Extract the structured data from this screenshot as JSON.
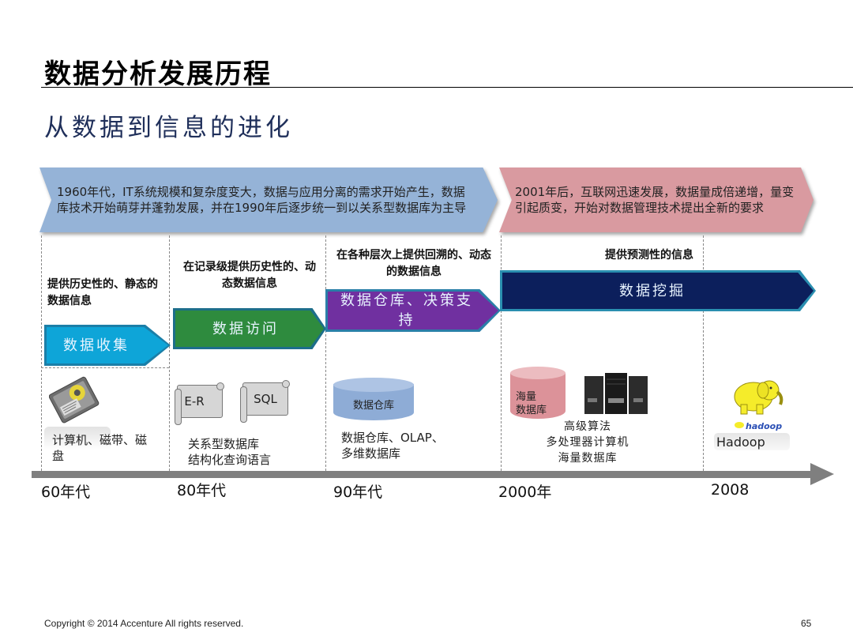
{
  "header": {
    "title": "数据分析发展历程",
    "subtitle": "从数据到信息的进化"
  },
  "banners": [
    {
      "text": "1960年代，IT系统规模和复杂度变大，数据与应用分离的需求开始产生，数据库技术开始萌芽并蓬勃发展，并在1990年后逐步统一到以关系型数据库为主导",
      "color": "#95b3d7"
    },
    {
      "text": "2001年后，互联网迅速发展，数据量成倍递增，量变引起质变，开始对数据管理技术提出全新的要求",
      "color": "#d99aa0"
    }
  ],
  "stages": [
    {
      "caption": "提供历史性的、静态的数据信息",
      "label": "数据收集",
      "color": "#0ea5d8"
    },
    {
      "caption": "在记录级提供历史性的、动态数据信息",
      "label": "数据访问",
      "color": "#2e8b3e"
    },
    {
      "caption": "在各种层次上提供回溯的、动态的数据信息",
      "label": "数据仓库、决策支持",
      "color": "#7030a0"
    },
    {
      "caption": "提供预测性的信息",
      "label": "数据挖掘",
      "color": "#0c1f5c"
    }
  ],
  "technologies": {
    "era60": {
      "icon": "hard-disk-icon",
      "text": "计算机、磁带、磁盘"
    },
    "era80": {
      "scroll1": "E-R",
      "scroll2": "SQL",
      "line1": "关系型数据库",
      "line2": "结构化查询语言"
    },
    "era90": {
      "cylinder": "数据仓库",
      "line1": "数据仓库、OLAP、",
      "line2": "多维数据库"
    },
    "era2000": {
      "cylinder_line1": "海量",
      "cylinder_line2": "数据库",
      "line1": "高级算法",
      "line2": "多处理器计算机",
      "line3": "海量数据库"
    },
    "era2008": {
      "logo_text": "hadoop",
      "text": "Hadoop"
    }
  },
  "timeline": {
    "labels": [
      "60年代",
      "80年代",
      "90年代",
      "2000年",
      "2008"
    ]
  },
  "footer": {
    "copyright": "Copyright © 2014  Accenture  All rights reserved.",
    "page": "65"
  }
}
